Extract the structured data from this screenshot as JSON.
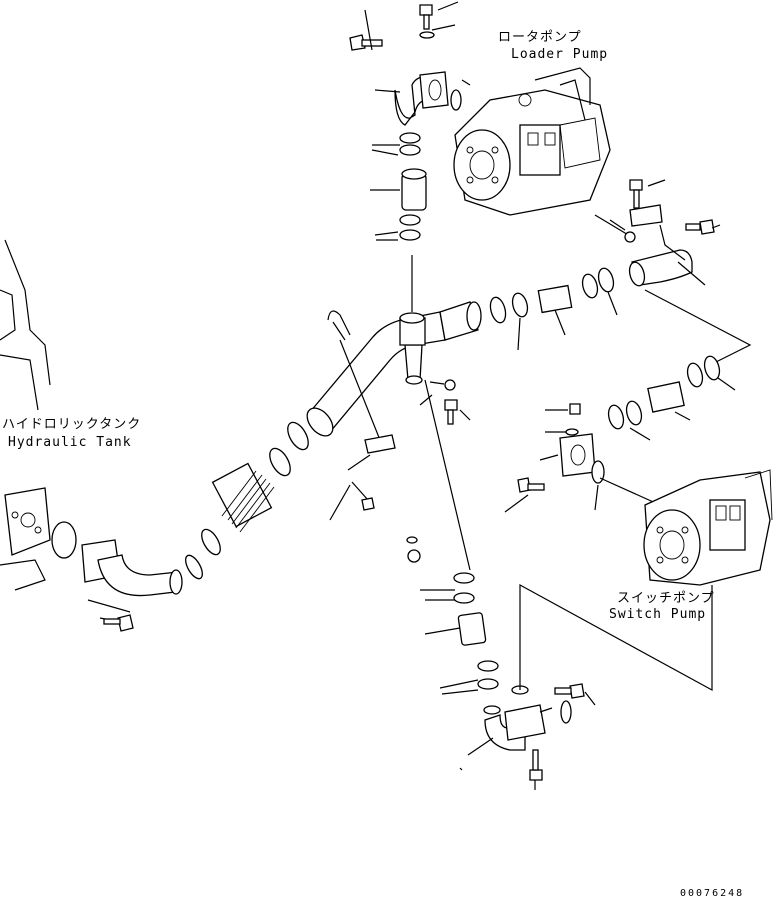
{
  "labels": {
    "loader_pump_jp": "ロータポンプ",
    "loader_pump_en": "Loader Pump",
    "hydraulic_tank_jp": "ハイドロリックタンク",
    "hydraulic_tank_en": "Hydraulic Tank",
    "switch_pump_jp": "スイッチポンプ",
    "switch_pump_en": "Switch Pump"
  },
  "drawing_number": "00076248"
}
